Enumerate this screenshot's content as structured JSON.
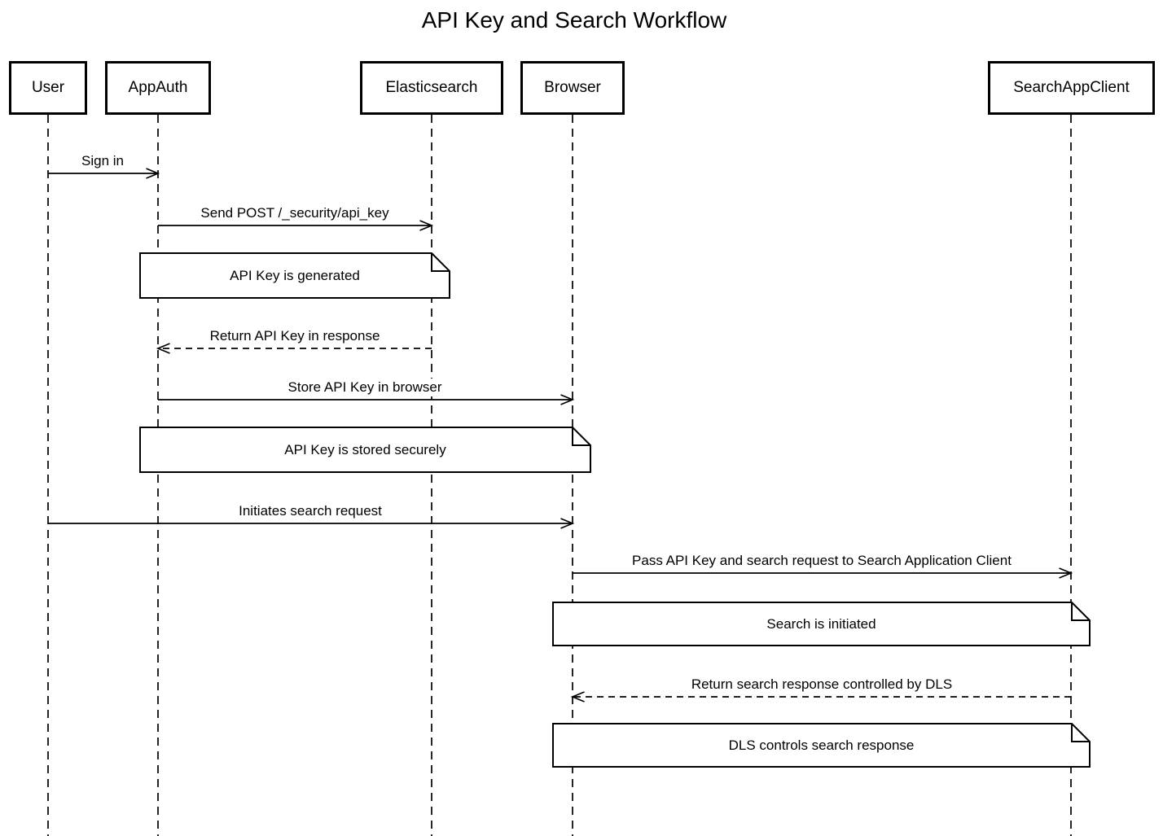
{
  "title": "API Key and Search Workflow",
  "participants": [
    {
      "label": "User"
    },
    {
      "label": "AppAuth"
    },
    {
      "label": "Elasticsearch"
    },
    {
      "label": "Browser"
    },
    {
      "label": "SearchAppClient"
    }
  ],
  "messages": [
    {
      "text": "Sign in",
      "from": "User",
      "to": "AppAuth",
      "line": "solid"
    },
    {
      "text": "Send POST /_security/api_key",
      "from": "AppAuth",
      "to": "Elasticsearch",
      "line": "solid"
    },
    {
      "text": "Return API Key in response",
      "from": "Elasticsearch",
      "to": "AppAuth",
      "line": "dashed"
    },
    {
      "text": "Store API Key in browser",
      "from": "AppAuth",
      "to": "Browser",
      "line": "solid"
    },
    {
      "text": "Initiates search request",
      "from": "User",
      "to": "Browser",
      "line": "solid"
    },
    {
      "text": "Pass API Key and search request to Search Application Client",
      "from": "Browser",
      "to": "SearchAppClient",
      "line": "solid"
    },
    {
      "text": "Return search response controlled by DLS",
      "from": "SearchAppClient",
      "to": "Browser",
      "line": "dashed"
    }
  ],
  "notes": [
    {
      "text": "API Key is generated",
      "over": "AppAuth, Elasticsearch"
    },
    {
      "text": "API Key is stored securely",
      "over": "AppAuth, Browser"
    },
    {
      "text": "Search is initiated",
      "over": "Browser, SearchAppClient"
    },
    {
      "text": "DLS controls search response",
      "over": "Browser, SearchAppClient"
    }
  ],
  "colors": {
    "line": "#000000",
    "text": "#000000",
    "background": "#ffffff",
    "note_fill": "#ffffff"
  }
}
